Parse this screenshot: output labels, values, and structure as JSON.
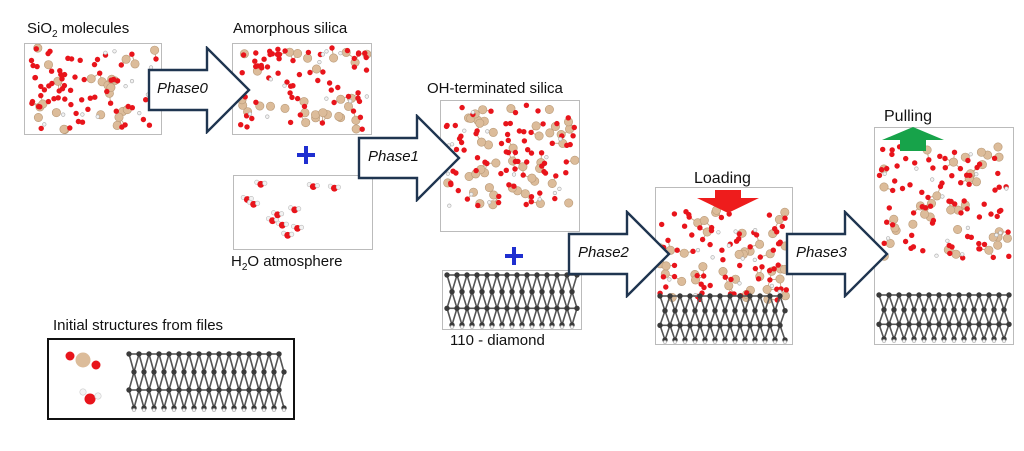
{
  "labels": {
    "sio2_prefix": "SiO",
    "sio2_sub": "2",
    "sio2_suffix": " molecules",
    "amorphous": "Amorphous silica",
    "oh_terminated": "OH-terminated silica",
    "h2o_prefix": "H",
    "h2o_sub": "2",
    "h2o_suffix": "O atmosphere",
    "diamond": "110 - diamond",
    "loading": "Loading",
    "pulling": "Pulling",
    "legend_title": "Initial structures from files"
  },
  "phases": [
    "Phase0",
    "Phase1",
    "Phase2",
    "Phase3"
  ],
  "colors": {
    "oxygen": "#e8141b",
    "silicon": "#dcbc9a",
    "hydrogen": "#f2f2f2",
    "carbon": "#3a3a3a",
    "arrow_outline": "#1f3550",
    "plus": "#1f2fd0",
    "loading_arrow": "#ee1c1c",
    "pulling_arrow": "#17a34a"
  },
  "icons": [
    "plus-icon",
    "block-arrow-icon",
    "down-arrow-icon",
    "up-arrow-icon"
  ]
}
